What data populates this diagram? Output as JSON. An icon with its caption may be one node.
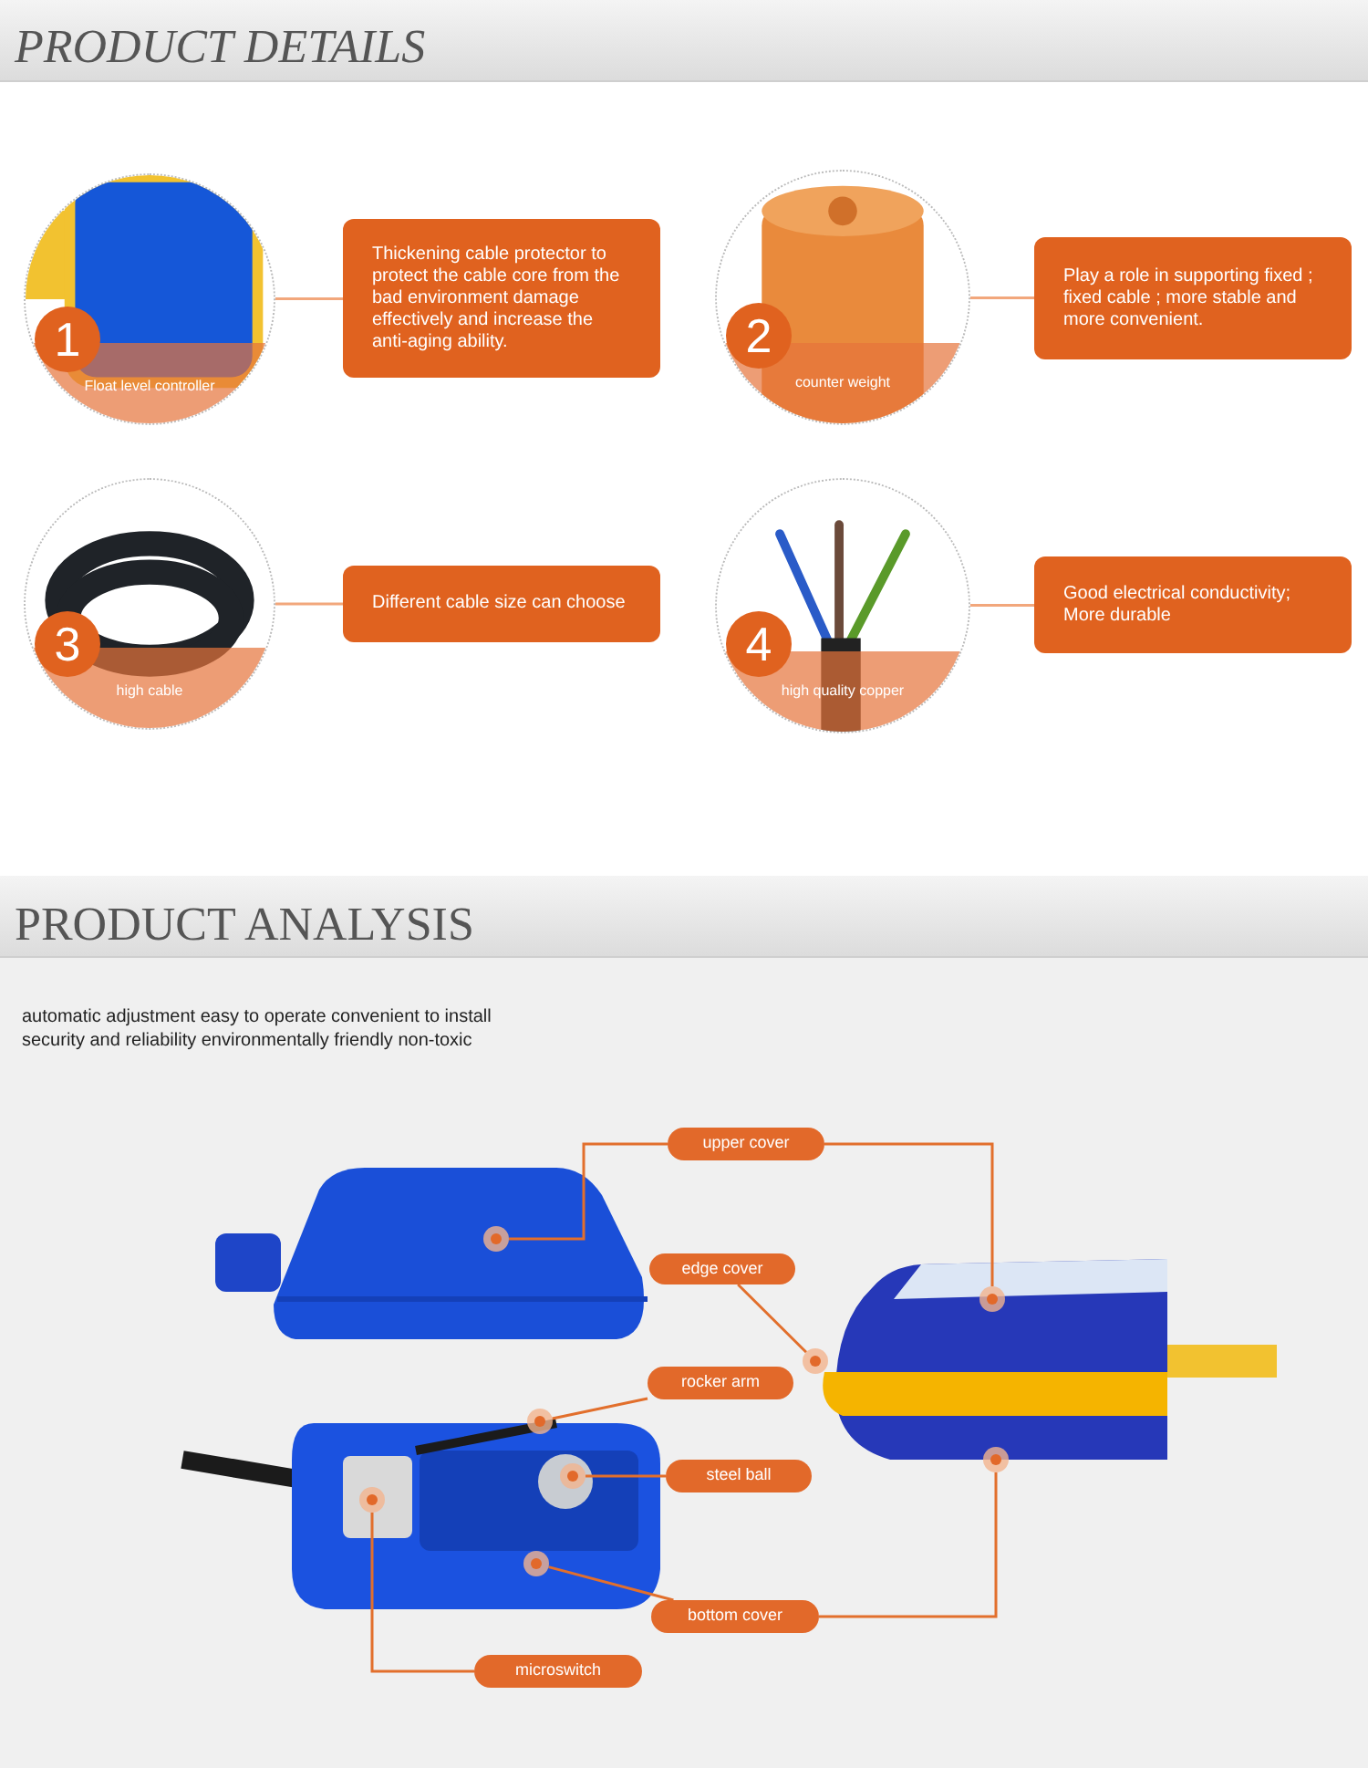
{
  "diagram": {
    "nodes": [
      {
        "text": [
          "1",
          "Float level controller"
        ]
      },
      {
        "text": [
          "Thickening cable protector to protect the cable core from the bad environment damage effectively and increase the anti-aging ability."
        ]
      },
      {
        "text": [
          "2",
          "counter weight"
        ]
      },
      {
        "text": [
          "Play a role in supporting fixed ; fixed cable ; more stable and more convenient."
        ]
      },
      {
        "text": [
          "3",
          "high cable"
        ]
      },
      {
        "text": [
          "Different cable size can choose"
        ]
      },
      {
        "text": [
          "4",
          "high quality copper"
        ]
      },
      {
        "text": [
          "Good electrical conductivity; More durable"
        ]
      },
      {
        "text": [
          "upper cover"
        ]
      },
      {
        "text": [
          "edge cover"
        ]
      },
      {
        "text": [
          "rocker arm"
        ]
      },
      {
        "text": [
          "steel ball"
        ]
      },
      {
        "text": [
          "bottom cover"
        ]
      },
      {
        "text": [
          "microswitch"
        ]
      },
      {
        "text": [],
        "shape": "circle"
      },
      {
        "text": [],
        "shape": "circle"
      },
      {
        "text": [],
        "shape": "circle"
      },
      {
        "text": [],
        "shape": "circle"
      },
      {
        "text": [],
        "shape": "circle"
      },
      {
        "text": [],
        "shape": "circle"
      },
      {
        "text": [],
        "shape": "circle"
      },
      {
        "text": [],
        "shape": "circle"
      }
    ],
    "edges": [
      {
        "from": 0,
        "to": 1,
        "arrow": "none",
        "color": "#f2a77c"
      },
      {
        "from": 2,
        "to": 3,
        "arrow": "none",
        "color": "#f2a77c"
      },
      {
        "from": 4,
        "to": 5,
        "arrow": "none",
        "color": "#f2a77c"
      },
      {
        "from": 6,
        "to": 7,
        "arrow": "none",
        "color": "#f2a77c"
      },
      {
        "from": 8,
        "to": 14,
        "arrow": "none"
      },
      {
        "from": 8,
        "to": 15,
        "arrow": "none"
      },
      {
        "from": 9,
        "to": 16,
        "arrow": "none"
      },
      {
        "from": 10,
        "to": 17,
        "arrow": "none"
      },
      {
        "from": 11,
        "to": 18,
        "arrow": "none"
      },
      {
        "from": 12,
        "to": 19,
        "arrow": "none"
      },
      {
        "from": 12,
        "to": 20,
        "arrow": "none"
      },
      {
        "from": 13,
        "to": 21,
        "arrow": "none"
      }
    ],
    "labels": [
      "PRODUCT DETAILS",
      "PRODUCT ANALYSIS",
      "automatic adjustment easy to operate convenient to install security and reliability environmentally friendly non-toxic"
    ]
  }
}
